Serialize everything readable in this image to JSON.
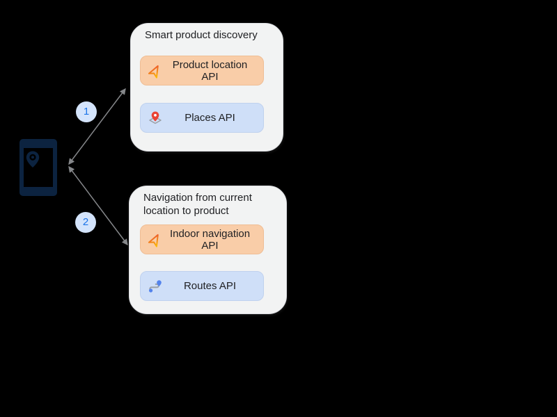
{
  "canvas": {
    "background": "#000000"
  },
  "device": {
    "name": "smartphone with location pin on screen"
  },
  "connectors": [
    {
      "label": "1",
      "from": "smartphone",
      "to": "Smart product discovery"
    },
    {
      "label": "2",
      "from": "smartphone",
      "to": "Navigation from current location to product"
    }
  ],
  "groups": [
    {
      "title": "Smart product discovery",
      "chips": [
        {
          "label": "Product location API",
          "icon": "navigation-arrow-icon",
          "style": "orange"
        },
        {
          "label": "Places API",
          "icon": "map-pin-icon",
          "style": "blue"
        }
      ]
    },
    {
      "title": "Navigation from current location to product",
      "chips": [
        {
          "label": "Indoor navigation API",
          "icon": "navigation-arrow-icon",
          "style": "orange"
        },
        {
          "label": "Routes API",
          "icon": "route-icon",
          "style": "blue"
        }
      ]
    }
  ],
  "colors": {
    "bg": "#000000",
    "navy": "#0C2340",
    "box-bg": "#F2F3F3",
    "box-border": "#DADCE0",
    "chip-orange": "#F9CDA8",
    "chip-orange-border": "#EFBD94",
    "chip-blue": "#CFDFF8",
    "chip-blue-border": "#BFD1EE",
    "badge-bg": "#D4E4FC",
    "badge-text": "#1A73E8",
    "text": "#202124",
    "arrow": "#85878A",
    "nav-grad-start": "#E94335",
    "nav-grad-end": "#FBBC04",
    "pin-red": "#EA4335",
    "route-gray": "#9AA0A6",
    "route-blue": "#5383EC"
  }
}
